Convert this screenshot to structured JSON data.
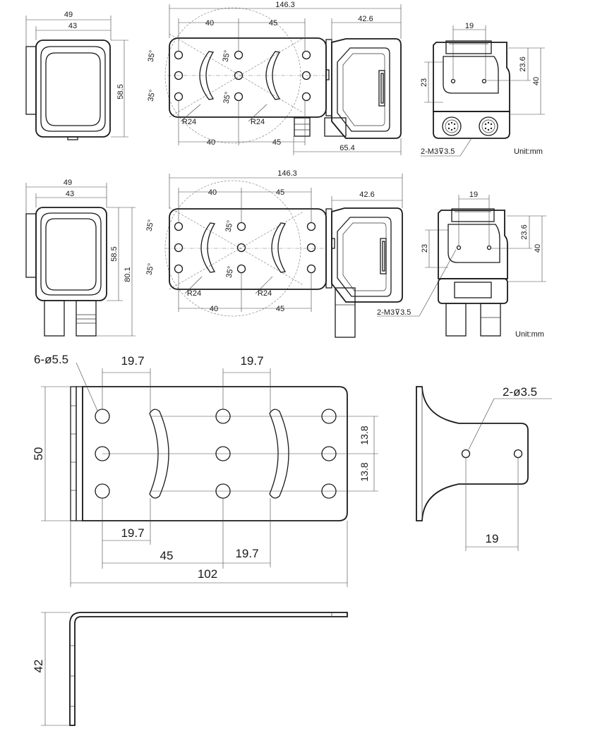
{
  "unit_label": "Unit:mm",
  "colors": {
    "line": "#1a1a1a",
    "dimension": "#444444",
    "centerline": "#777777",
    "background": "#ffffff"
  },
  "view1": {
    "front": {
      "width_outer": "49",
      "width_inner": "43",
      "height": "58.5"
    },
    "side": {
      "overall": "146.3",
      "top_pitch_1": "40",
      "top_pitch_2": "45",
      "head_len": "42.6",
      "bottom_pitch_1": "40",
      "bottom_pitch_2": "45",
      "connector_len": "65.4",
      "angle_1": "35°",
      "angle_2": "35°",
      "angle_3": "35°",
      "angle_4": "35°",
      "radius_1": "R24",
      "radius_2": "R24"
    },
    "rear": {
      "hole_spacing": "19",
      "left_height": "23",
      "right_height_1": "23.6",
      "right_height_2": "40",
      "thread_note": "2-M3⊽3.5"
    }
  },
  "view2": {
    "front": {
      "width_outer": "49",
      "width_inner": "43",
      "height_1": "58.5",
      "height_2": "80.1"
    },
    "side": {
      "overall": "146.3",
      "top_pitch_1": "40",
      "top_pitch_2": "45",
      "head_len": "42.6",
      "bottom_pitch_1": "40",
      "bottom_pitch_2": "45",
      "angle_1": "35°",
      "angle_2": "35°",
      "angle_3": "35°",
      "angle_4": "35°",
      "radius_1": "R24",
      "radius_2": "R24"
    },
    "rear": {
      "hole_spacing": "19",
      "left_height": "23",
      "right_height_1": "23.6",
      "right_height_2": "40",
      "thread_note": "2-M3⊽3.5"
    }
  },
  "bracket": {
    "hole_note": "6-ø5.5",
    "slot_width_1": "19.7",
    "slot_width_2": "19.7",
    "height": "50",
    "row_pitch_1": "13.8",
    "row_pitch_2": "13.8",
    "bottom_1": "19.7",
    "bottom_2": "45",
    "bottom_3": "19.7",
    "total_length": "102",
    "side_hole_note": "2-ø3.5",
    "side_hole_spacing": "19",
    "flange_height": "42"
  }
}
